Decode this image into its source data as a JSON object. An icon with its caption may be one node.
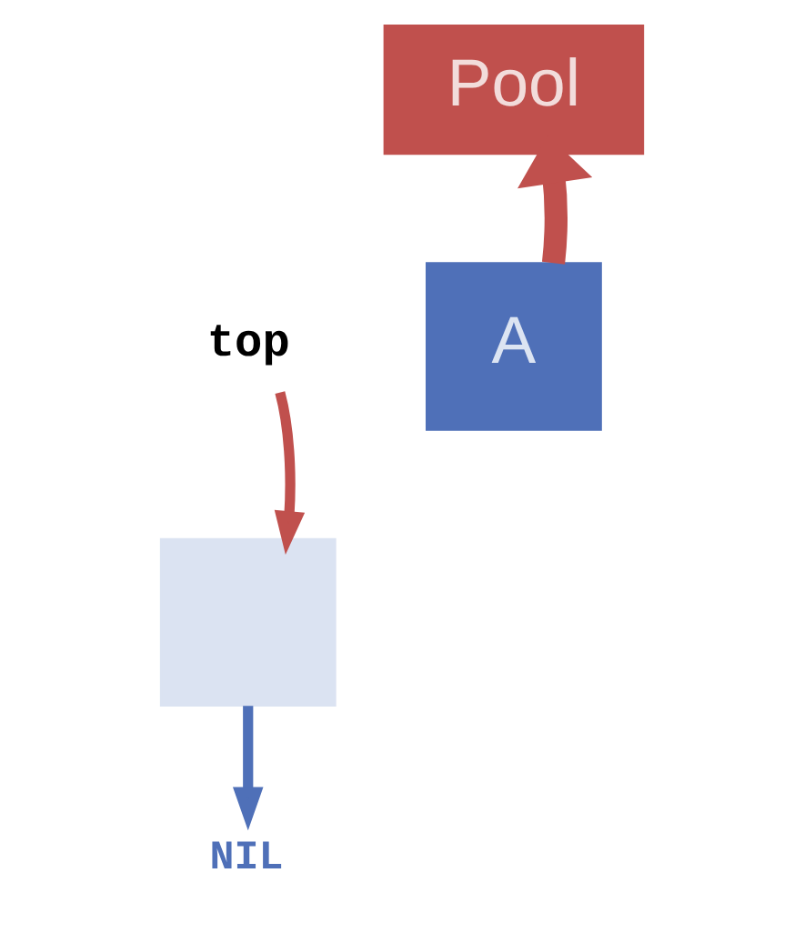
{
  "diagram": {
    "nodes": [
      {
        "text": [
          "Pool"
        ]
      },
      {
        "text": [
          "A"
        ]
      },
      {
        "text": [
          "top"
        ]
      },
      {
        "text": [],
        "shape": "box"
      },
      {
        "text": [
          "NIL"
        ]
      }
    ],
    "edges": [
      {
        "from": 1,
        "to": 0,
        "arrow": "to",
        "style": "thick",
        "color": "#c0504d"
      },
      {
        "from": 2,
        "to": 3,
        "arrow": "to",
        "color": "#c0504d"
      },
      {
        "from": 3,
        "to": 4,
        "arrow": "to",
        "color": "#4f70b8"
      }
    ]
  }
}
